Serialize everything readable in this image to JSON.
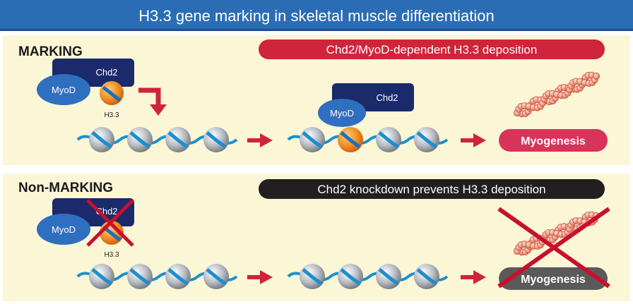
{
  "title": "H3.3 gene marking in skeletal muscle differentiation",
  "panels": [
    {
      "heading": "MARKING",
      "banner": "Chd2/MyoD-dependent H3.3 deposition",
      "complex": {
        "myod": "MyoD",
        "chd2": "Chd2",
        "histone_label": "H3.3"
      },
      "complex2": {
        "myod": "MyoD",
        "chd2": "Chd2"
      },
      "outcome": "Myogenesis"
    },
    {
      "heading": "Non-MARKING",
      "banner": "Chd2 knockdown prevents H3.3 deposition",
      "complex": {
        "myod": "MyoD",
        "chd2": "Chd2",
        "histone_label": "H3.3"
      },
      "outcome": "Myogenesis"
    }
  ],
  "colors": {
    "title_bar": "#2a6db5",
    "panel_bg": "#fbf6d6",
    "banner_red": "#d0243c",
    "banner_dark": "#231f20",
    "myod_blue": "#2f6fc0",
    "chd2_navy": "#1b2a6b",
    "histone_orange": "#f0882a",
    "dna_blue": "#1a8fd0",
    "arrow_red": "#d0243c",
    "cross_red": "#c8102e",
    "outcome_grey": "#5a5a5a",
    "fiber": "#e0735a"
  },
  "icons": [
    "nucleosome-icon",
    "h3-3-histone-icon",
    "muscle-fiber-icon",
    "cross-out-icon",
    "arrow-icon"
  ]
}
